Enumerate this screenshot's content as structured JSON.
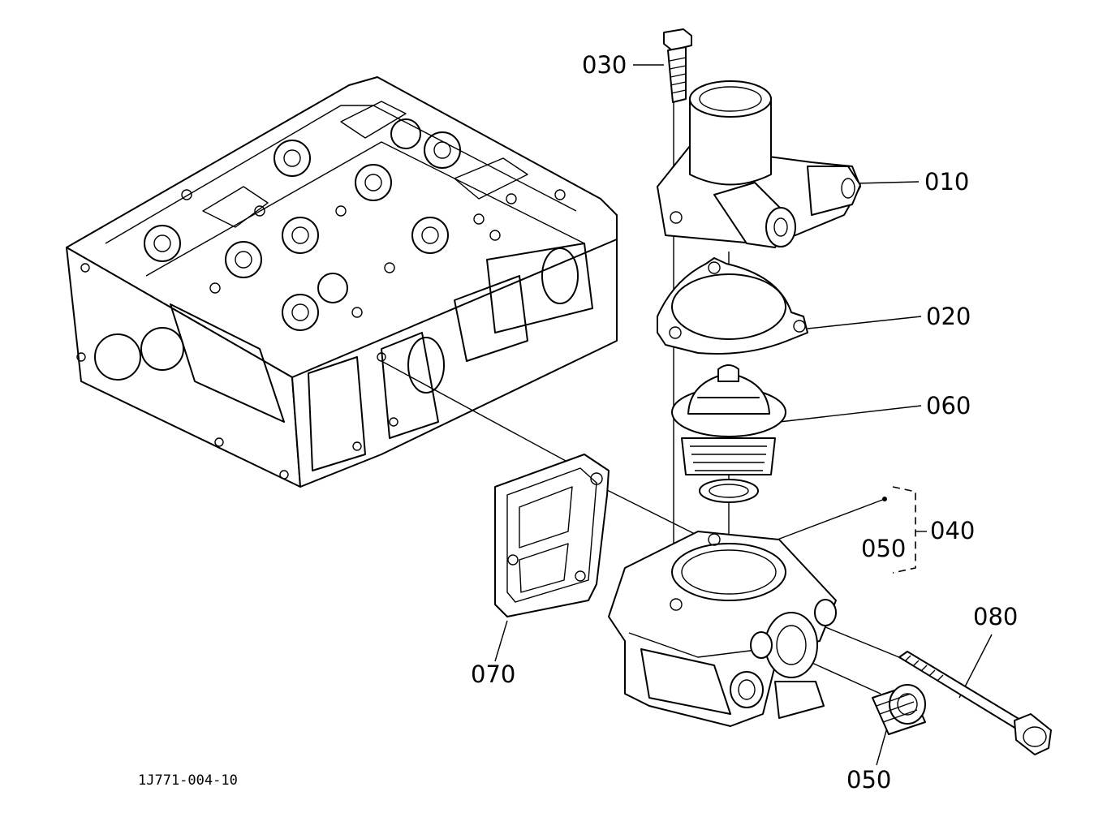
{
  "figure_code": "1J771-004-10",
  "callouts": [
    {
      "id": "010",
      "text": "010"
    },
    {
      "id": "020",
      "text": "020"
    },
    {
      "id": "030",
      "text": "030"
    },
    {
      "id": "040",
      "text": "040"
    },
    {
      "id": "050a",
      "text": "050"
    },
    {
      "id": "050b",
      "text": "050"
    },
    {
      "id": "060",
      "text": "060"
    },
    {
      "id": "070",
      "text": "070"
    },
    {
      "id": "080",
      "text": "080"
    }
  ]
}
